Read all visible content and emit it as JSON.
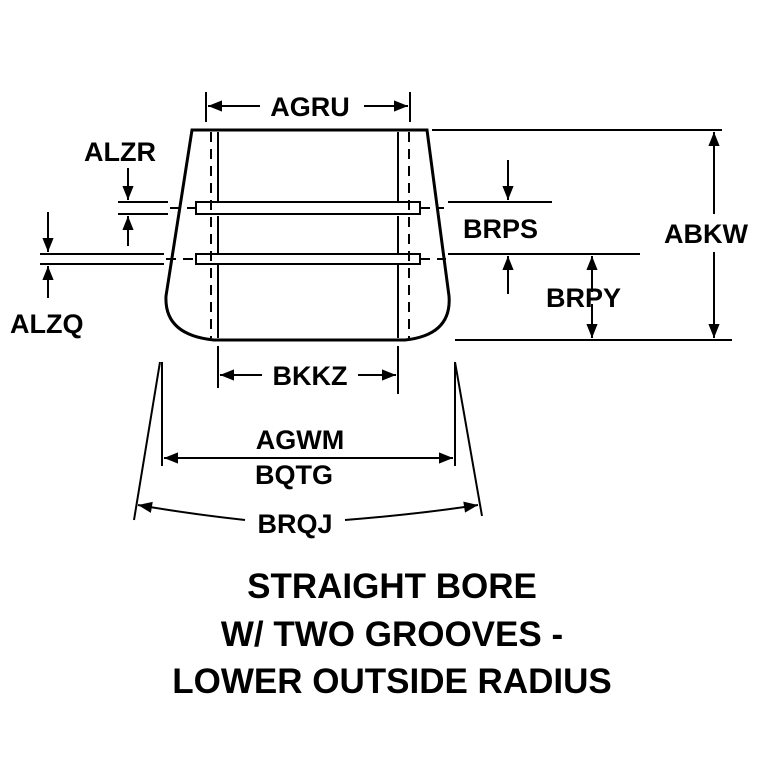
{
  "labels": {
    "agru": "AGRU",
    "alzr": "ALZR",
    "alzq": "ALZQ",
    "brps": "BRPS",
    "brpy": "BRPY",
    "abkw": "ABKW",
    "bkkz": "BKKZ",
    "agwm": "AGWM",
    "bqtg": "BQTG",
    "brqj": "BRQJ"
  },
  "caption": {
    "line1": "STRAIGHT BORE",
    "line2": "W/ TWO GROOVES -",
    "line3": "LOWER OUTSIDE RADIUS"
  }
}
